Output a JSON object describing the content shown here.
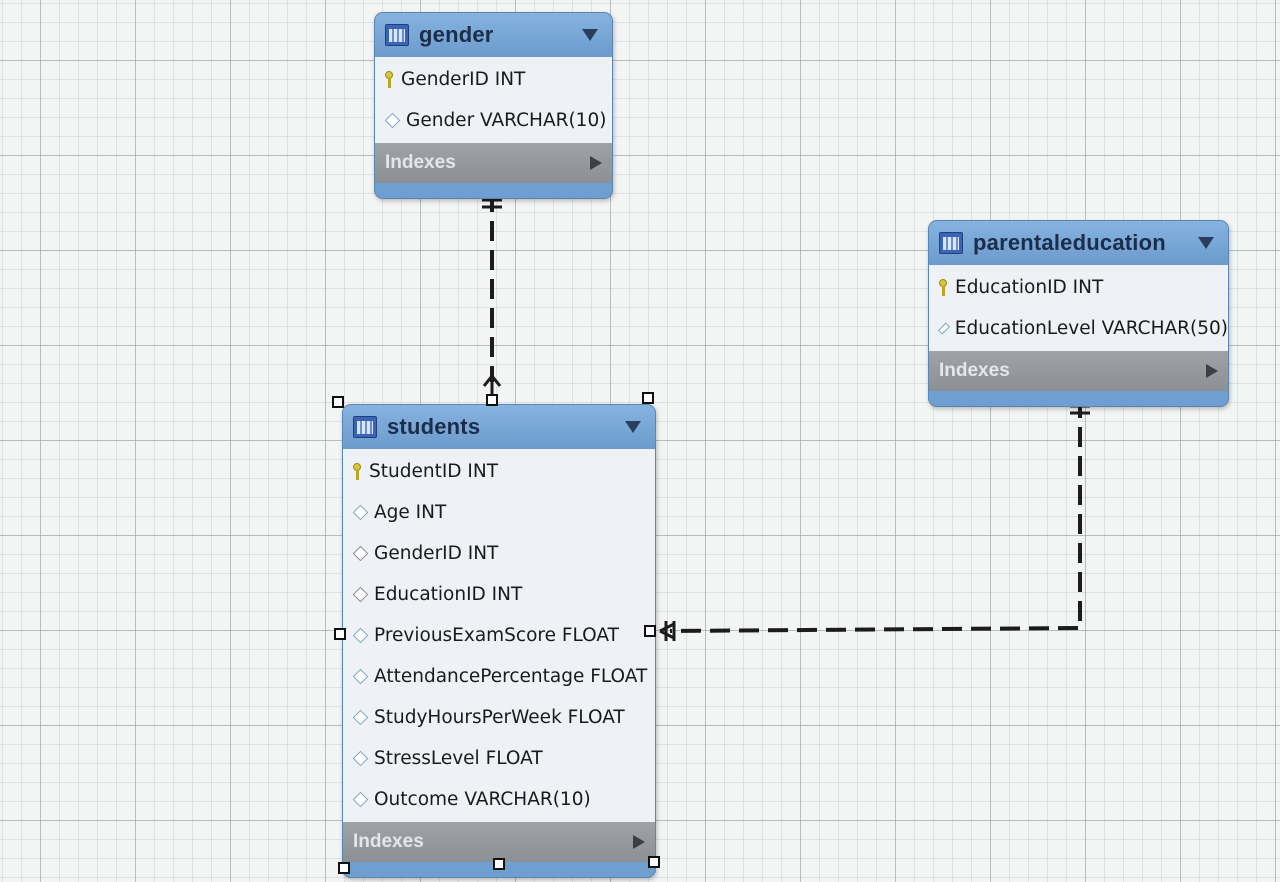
{
  "tables": {
    "gender": {
      "name": "gender",
      "columns": [
        {
          "label": "GenderID INT",
          "icon": "primary-key-icon"
        },
        {
          "label": "Gender VARCHAR(10)",
          "icon": "column-diamond-icon"
        }
      ],
      "indexes_label": "Indexes"
    },
    "parentaleducation": {
      "name": "parentaleducation",
      "columns": [
        {
          "label": "EducationID INT",
          "icon": "primary-key-icon"
        },
        {
          "label": "EducationLevel VARCHAR(50)",
          "icon": "column-diamond-icon"
        }
      ],
      "indexes_label": "Indexes"
    },
    "students": {
      "name": "students",
      "columns": [
        {
          "label": "StudentID INT",
          "icon": "primary-key-icon"
        },
        {
          "label": "Age INT",
          "icon": "column-diamond-icon"
        },
        {
          "label": "GenderID INT",
          "icon": "foreign-key-diamond-icon"
        },
        {
          "label": "EducationID INT",
          "icon": "foreign-key-diamond-icon"
        },
        {
          "label": "PreviousExamScore FLOAT",
          "icon": "column-diamond-icon"
        },
        {
          "label": "AttendancePercentage FLOAT",
          "icon": "column-diamond-icon"
        },
        {
          "label": "StudyHoursPerWeek FLOAT",
          "icon": "column-diamond-icon"
        },
        {
          "label": "StressLevel FLOAT",
          "icon": "column-diamond-icon"
        },
        {
          "label": "Outcome VARCHAR(10)",
          "icon": "column-diamond-icon"
        }
      ],
      "indexes_label": "Indexes"
    }
  },
  "relationships": [
    {
      "from": "gender",
      "to": "students",
      "style": "dashed"
    },
    {
      "from": "parentaleducation",
      "to": "students",
      "style": "dashed"
    }
  ],
  "colors": {
    "header_blue": "#6f9fd0",
    "column_bg": "#eef2f6",
    "indexes_gray": "#9fa3a8",
    "line": "#1c1c1c"
  }
}
